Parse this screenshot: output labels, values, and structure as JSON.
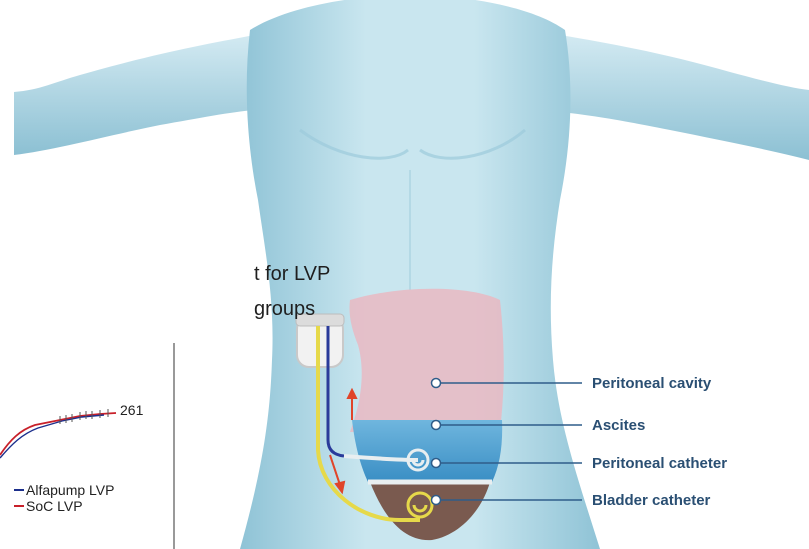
{
  "figure": {
    "partial_title_lines": [
      "t for LVP",
      "groups"
    ],
    "km_endpoint_label": "261",
    "legend": [
      {
        "label": "Alfapump LVP",
        "color": "#1c2f8c"
      },
      {
        "label": "SoC LVP",
        "color": "#c8202a"
      }
    ]
  },
  "callouts": [
    {
      "id": "peritoneal-cavity",
      "label": "Peritoneal cavity"
    },
    {
      "id": "ascites",
      "label": "Ascites"
    },
    {
      "id": "peritoneal-catheter",
      "label": "Peritoneal catheter"
    },
    {
      "id": "bladder-catheter",
      "label": "Bladder catheter"
    }
  ],
  "colors": {
    "body": "#b9dde9",
    "body_shade": "#8fc3d6",
    "cavity": "#e9b8c2",
    "ascites": "#4f9fd0",
    "bladder": "#7a5a4f",
    "catheter": "#e6d94a",
    "pump_tube": "#2a3a9a",
    "arrow": "#e0452a",
    "callout_line": "#2f5d8a"
  }
}
